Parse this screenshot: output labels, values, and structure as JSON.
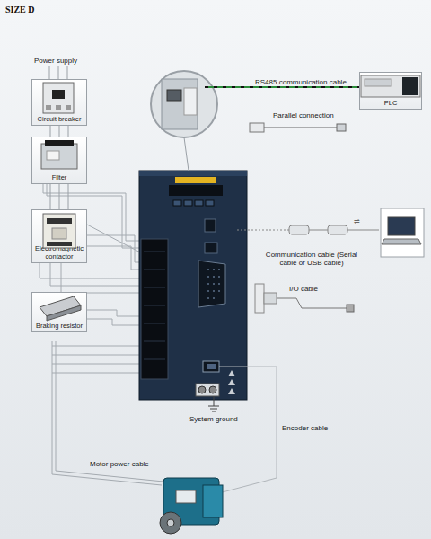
{
  "diagram": {
    "title": "SIZE D",
    "nodes": [
      {
        "text": [
          "Circuit breaker"
        ]
      },
      {
        "text": [
          "Filter"
        ]
      },
      {
        "text": [
          "Electromagnetic contactor"
        ]
      },
      {
        "text": [
          "Braking resistor"
        ]
      },
      {
        "text": [
          "PLC"
        ]
      }
    ],
    "edges": [
      {
        "from": 0,
        "to": 1,
        "arrow": "none"
      },
      {
        "from": 1,
        "to": 2,
        "arrow": "none"
      }
    ],
    "labels": [
      "Power supply",
      "RS485 communication cable",
      "Parallel connection",
      "Communication cable (Serial cable or USB cable)",
      "I/O cable",
      "System ground",
      "Encoder cable",
      "Motor power cable"
    ]
  }
}
